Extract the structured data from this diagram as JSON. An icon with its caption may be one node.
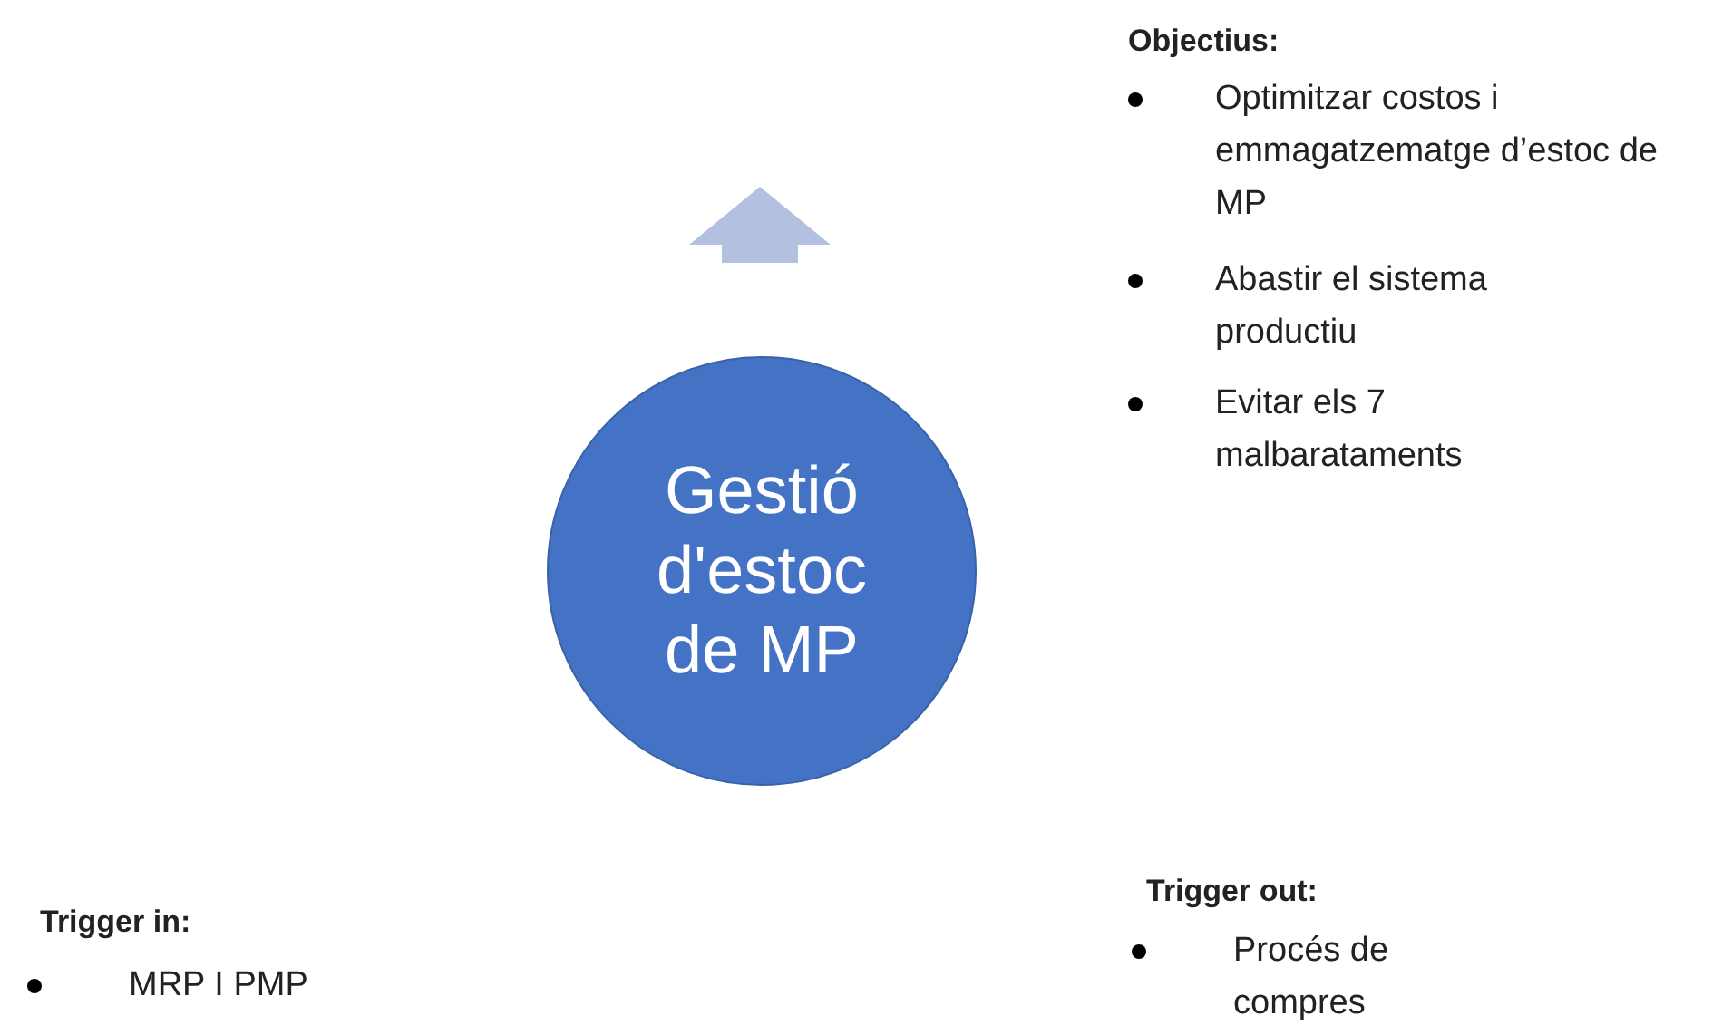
{
  "diagram": {
    "nodes": [
      {
        "text": [
          "Gestió d'estoc de MP"
        ]
      }
    ],
    "labels": [
      "Objectius:",
      "Optimitzar costos i emmagatzematge d’estoc de MP",
      "Abastir el sistema productiu",
      "Evitar els 7 malbarataments",
      "Trigger in:",
      "MRP I PMP",
      "Trigger out:",
      "Procés de compres"
    ]
  }
}
